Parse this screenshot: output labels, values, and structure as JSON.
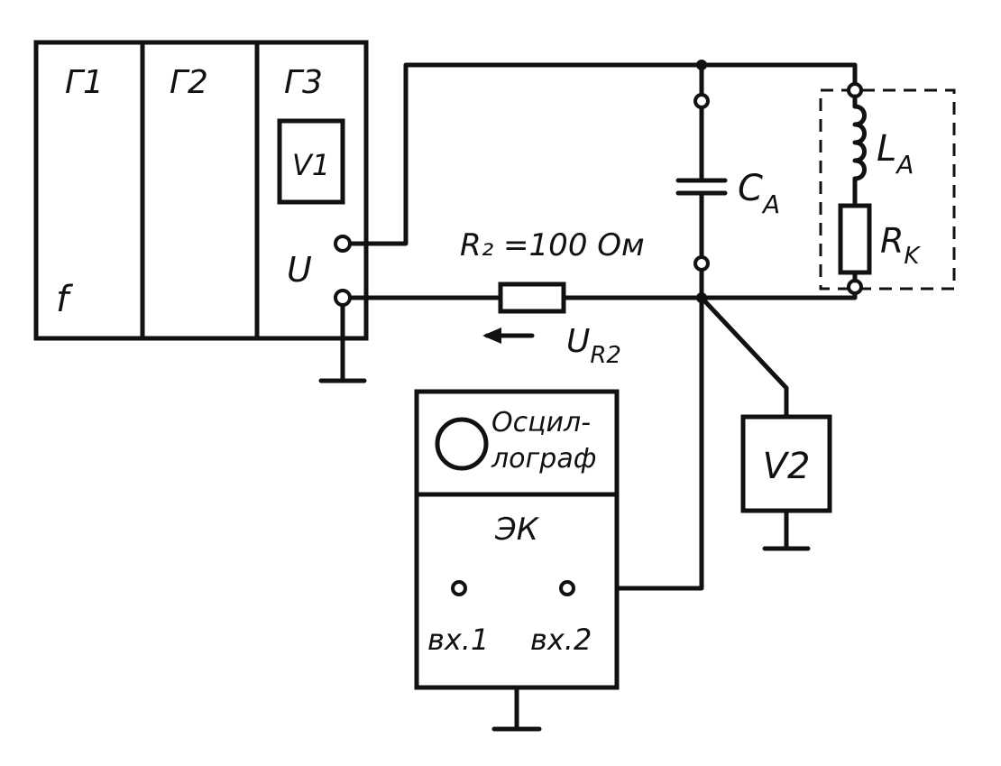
{
  "generator": {
    "block1_label": "Г1",
    "block2_label": "Г2",
    "block3_label": "Г3",
    "voltmeter_label": "V1",
    "frequency_label": "f",
    "voltage_label": "U"
  },
  "components": {
    "resistor_r2_label": "R₂ =100 Ом",
    "voltage_r2_label": "U",
    "voltage_r2_sub": "R2",
    "capacitor_label": "C",
    "capacitor_sub": "A",
    "inductor_label": "L",
    "inductor_sub": "A",
    "resistor_rk_label": "R",
    "resistor_rk_sub": "K",
    "voltmeter2_label": "V2"
  },
  "oscilloscope": {
    "title_line1": "Осцил-",
    "title_line2": "лограф",
    "section_label": "ЭК",
    "input1_label": "вх.1",
    "input2_label": "вх.2"
  }
}
